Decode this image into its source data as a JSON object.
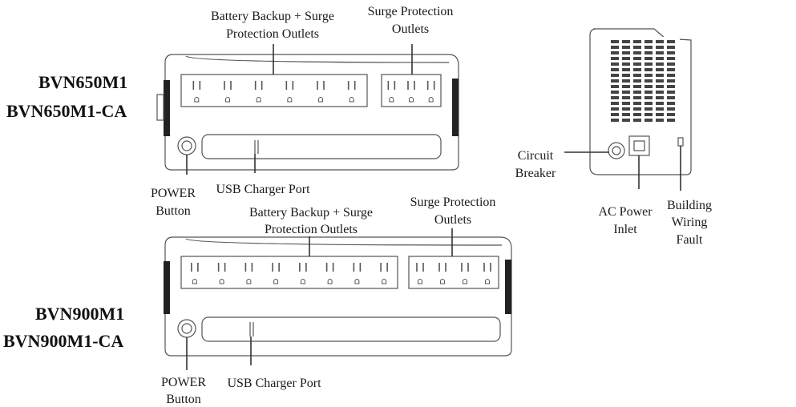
{
  "models": {
    "top": {
      "line1": "BVN650M1",
      "line2": "BVN650M1-CA"
    },
    "bottom": {
      "line1": "BVN900M1",
      "line2": "BVN900M1-CA"
    }
  },
  "top_unit": {
    "battery_label_1": "Battery Backup + Surge",
    "battery_label_2": "Protection Outlets",
    "surge_label_1": "Surge Protection",
    "surge_label_2": "Outlets",
    "power_label_1": "POWER",
    "power_label_2": "Button",
    "usb_label": "USB Charger Port",
    "battery_outlet_count": 6,
    "surge_outlet_count": 3
  },
  "bottom_unit": {
    "battery_label_1": "Battery Backup + Surge",
    "battery_label_2": "Protection Outlets",
    "surge_label_1": "Surge Protection",
    "surge_label_2": "Outlets",
    "power_label_1": "POWER",
    "power_label_2": "Button",
    "usb_label": "USB Charger Port",
    "battery_outlet_count": 8,
    "surge_outlet_count": 4
  },
  "side_view": {
    "circuit_label_1": "Circuit",
    "circuit_label_2": "Breaker",
    "ac_label_1": "AC Power",
    "ac_label_2": "Inlet",
    "fault_label_1": "Building",
    "fault_label_2": "Wiring",
    "fault_label_3": "Fault"
  },
  "colors": {
    "outline": "#555555",
    "leader": "#333333",
    "text": "#1a1a1a"
  }
}
